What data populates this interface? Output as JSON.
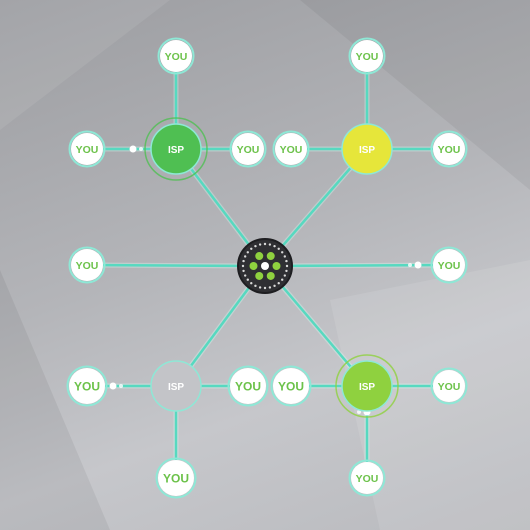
{
  "colors": {
    "line": "#57d9c0",
    "node_ring": "#8ee8d6",
    "you_fill": "#ffffff",
    "you_text": "#6cc24a",
    "isp_green": "#4fbf52",
    "isp_yellow": "#e6e63a",
    "isp_gray": "#c3c4c8",
    "isp_lime": "#8fd13f",
    "hub_dark": "#2f2f33",
    "hub_dot": "#8fd13f"
  },
  "diagram": {
    "hub": {
      "name": "internet-hub"
    },
    "isps": [
      {
        "id": "isp-top-left",
        "label": "ISP",
        "color": "isp_green"
      },
      {
        "id": "isp-top-right",
        "label": "ISP",
        "color": "isp_yellow"
      },
      {
        "id": "isp-bottom-left",
        "label": "ISP",
        "color": "isp_gray"
      },
      {
        "id": "isp-bottom-right",
        "label": "ISP",
        "color": "isp_lime"
      }
    ],
    "you_nodes": [
      {
        "id": "you-1",
        "label": "YOU",
        "link": "isp-top-left"
      },
      {
        "id": "you-2",
        "label": "YOU",
        "link": "isp-top-left"
      },
      {
        "id": "you-3",
        "label": "YOU",
        "link": "isp-top-left"
      },
      {
        "id": "you-4",
        "label": "YOU",
        "link": "isp-top-right"
      },
      {
        "id": "you-5",
        "label": "YOU",
        "link": "isp-top-right"
      },
      {
        "id": "you-6",
        "label": "YOU",
        "link": "isp-top-right"
      },
      {
        "id": "you-7",
        "label": "YOU",
        "link": "hub"
      },
      {
        "id": "you-8",
        "label": "YOU",
        "link": "hub"
      },
      {
        "id": "you-9",
        "label": "YOU",
        "link": "isp-bottom-left"
      },
      {
        "id": "you-10",
        "label": "YOU",
        "link": "isp-bottom-left"
      },
      {
        "id": "you-11",
        "label": "YOU",
        "link": "isp-bottom-left"
      },
      {
        "id": "you-12",
        "label": "YOU",
        "link": "isp-bottom-right"
      },
      {
        "id": "you-13",
        "label": "YOU",
        "link": "isp-bottom-right"
      },
      {
        "id": "you-14",
        "label": "YOU",
        "link": "isp-bottom-right"
      }
    ]
  }
}
